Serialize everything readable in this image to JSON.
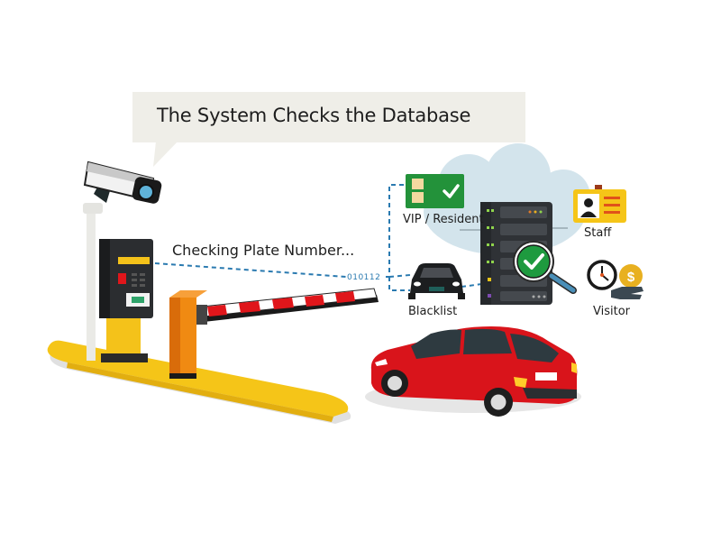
{
  "callout": {
    "title": "The System Checks the Database"
  },
  "scan": {
    "status_text": "Checking Plate Number...",
    "binary_code": "010112"
  },
  "database": {
    "categories": [
      {
        "label": "VIP / Resident",
        "icon": "green-pass-card-icon"
      },
      {
        "label": "Staff",
        "icon": "staff-id-badge-icon"
      },
      {
        "label": "Blacklist",
        "icon": "black-car-icon"
      },
      {
        "label": "Visitor",
        "icon": "clock-payment-icon"
      }
    ],
    "result_icon": "magnifier-check-icon"
  },
  "scene": {
    "elements": [
      "security-camera",
      "ticket-kiosk",
      "barrier-gate",
      "server-rack",
      "cloud",
      "red-car",
      "yellow-island"
    ]
  },
  "colors": {
    "callout_bg": "#efeee8",
    "dash_line": "#2a7ab0",
    "island_yellow": "#f5c518",
    "barrier_orange": "#ee7d0f",
    "barrier_red": "#e0161b",
    "car_red": "#d9141b",
    "check_green": "#1e9a3f",
    "cloud": "#d3e4ec",
    "server_dark": "#3b3f44"
  }
}
